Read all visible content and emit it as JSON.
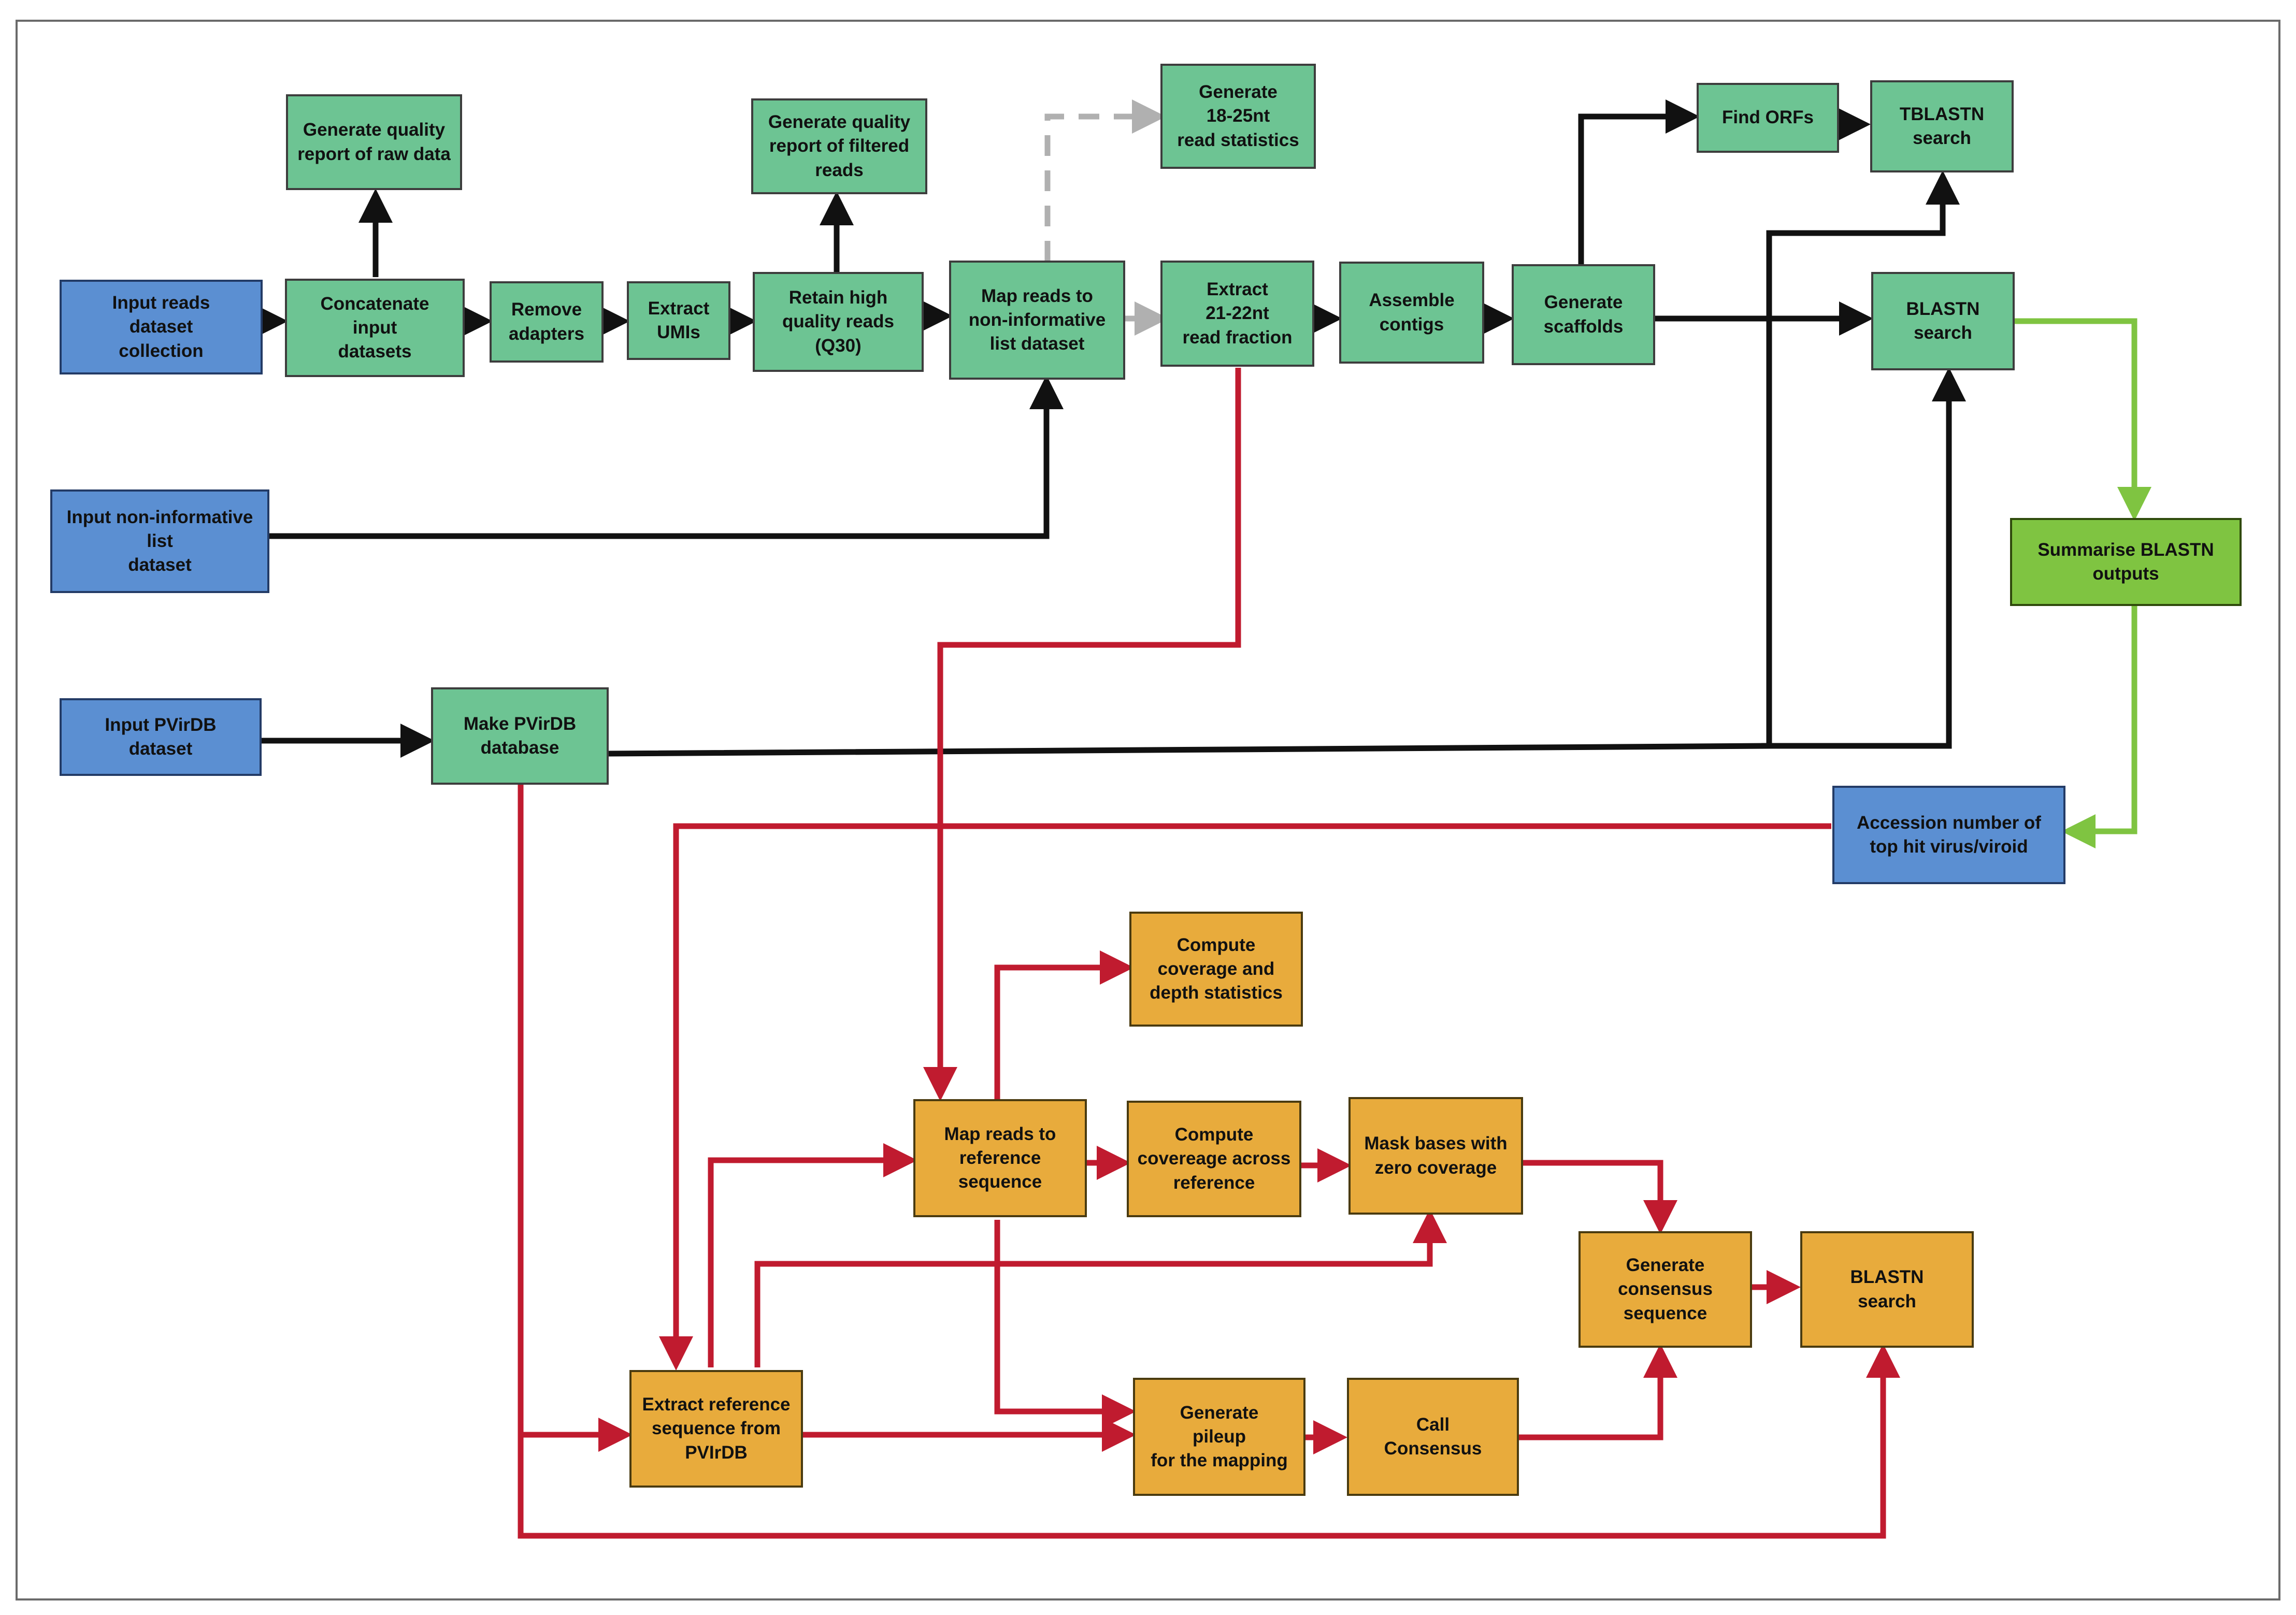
{
  "colors": {
    "input": "#5b8fd2",
    "process": "#6dc493",
    "downstream": "#e8ab3c",
    "summary": "#7fc441",
    "edge_main": "#111111",
    "edge_optional": "#b0b0b0",
    "edge_reference": "#c01b2f",
    "edge_summary": "#7fc441"
  },
  "nodes": {
    "input_reads": {
      "label": "Input reads\ndataset\ncollection"
    },
    "input_noninf": {
      "label": "Input non-informative\nlist\ndataset"
    },
    "input_pvirdb": {
      "label": "Input PVirDB\ndataset"
    },
    "concatenate": {
      "label": "Concatenate\ninput\ndatasets"
    },
    "quality_raw": {
      "label": "Generate quality\nreport of raw data"
    },
    "remove_adapters": {
      "label": "Remove\nadapters"
    },
    "extract_umis": {
      "label": "Extract\nUMIs"
    },
    "retain_q30": {
      "label": "Retain high\nquality reads\n(Q30)"
    },
    "quality_filtered": {
      "label": "Generate quality\nreport of filtered\nreads"
    },
    "map_noninf": {
      "label": "Map reads to\nnon-informative\nlist dataset"
    },
    "stats_1825": {
      "label": "Generate\n18-25nt\nread statistics"
    },
    "extract_2122": {
      "label": "Extract\n21-22nt\nread fraction"
    },
    "assemble": {
      "label": "Assemble\ncontigs"
    },
    "scaffolds": {
      "label": "Generate\nscaffolds"
    },
    "find_orfs": {
      "label": "Find ORFs"
    },
    "tblastn": {
      "label": "TBLASTN\nsearch"
    },
    "blastn_top": {
      "label": "BLASTN\nsearch"
    },
    "summarise": {
      "label": "Summarise BLASTN\noutputs"
    },
    "make_pvirdb": {
      "label": "Make PVirDB\ndatabase"
    },
    "accession": {
      "label": "Accession number of\ntop hit virus/viroid"
    },
    "cov_depth": {
      "label": "Compute\ncoverage and\ndepth statistics"
    },
    "map_ref": {
      "label": "Map reads to\nreference\nsequence"
    },
    "cov_across": {
      "label": "Compute\ncovereage across\nreference"
    },
    "mask": {
      "label": "Mask bases with\nzero coverage"
    },
    "consensus_seq": {
      "label": "Generate\nconsensus\nsequence"
    },
    "blastn_bottom": {
      "label": "BLASTN\nsearch"
    },
    "extract_ref": {
      "label": "Extract reference\nsequence from\nPVIrDB"
    },
    "pileup": {
      "label": "Generate\npileup\nfor the mapping"
    },
    "call_consensus": {
      "label": "Call\nConsensus"
    }
  }
}
